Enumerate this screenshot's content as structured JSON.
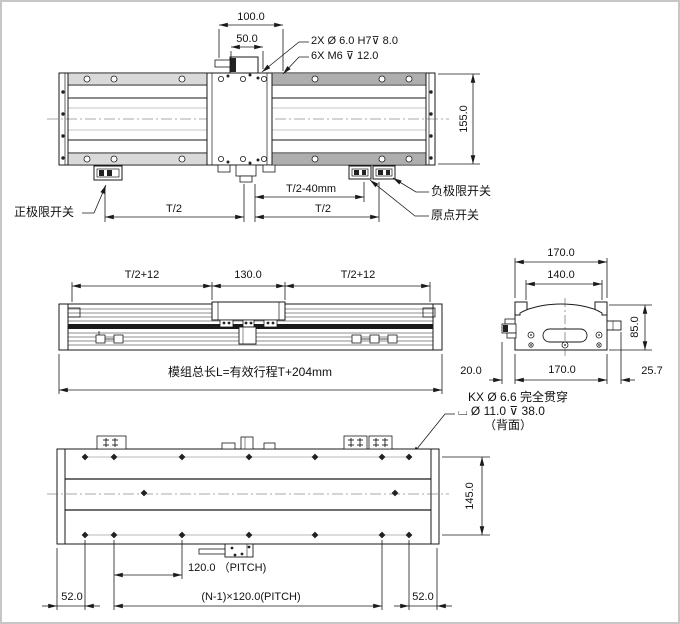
{
  "drawing": {
    "type": "engineering-drawing",
    "subject": "linear-motion-module-dimension-views",
    "line_color": "#1a1a1a",
    "background": "#ffffff"
  },
  "top_view": {
    "dim_100": "100.0",
    "dim_50": "50.0",
    "note_dowel": "2X Ø 6.0 H7⊽ 8.0",
    "note_tap": "6X M6 ⊽ 12.0",
    "dim_155": "155.0",
    "dim_t2_left": "T/2",
    "dim_t2_minus_40": "T/2-40mm",
    "dim_t2_right": "T/2",
    "label_positive_limit": "正极限开关",
    "label_negative_limit": "负极限开关",
    "label_origin": "原点开关"
  },
  "front_view": {
    "dim_t2_plus_12_left": "T/2+12",
    "dim_130": "130.0",
    "dim_t2_plus_12_right": "T/2+12",
    "dim_overall": "模组总长L=有效行程T+204mm"
  },
  "side_view": {
    "dim_170_top": "170.0",
    "dim_140": "140.0",
    "dim_85": "85.0",
    "dim_20": "20.0",
    "dim_170_bottom": "170.0",
    "dim_25_7": "25.7"
  },
  "bottom_view": {
    "hole_note_line1": "KX Ø 6.6 完全贯穿",
    "hole_note_line2": "⌴ Ø 11.0 ⊽ 38.0",
    "hole_note_line3": "（背面）",
    "dim_145": "145.0",
    "dim_pitch": "120.0 （PITCH)",
    "dim_pitch_total": "(N-1)×120.0(PITCH)",
    "dim_52_left": "52.0",
    "dim_52_right": "52.0"
  }
}
